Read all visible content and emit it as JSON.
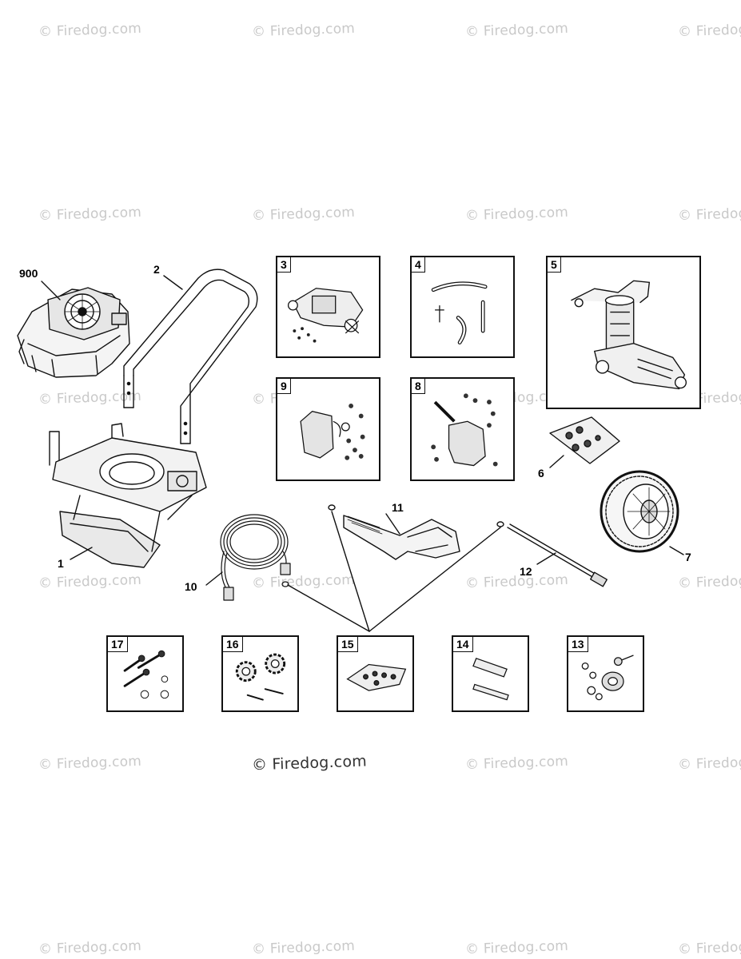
{
  "watermark": "© Firedog.com",
  "diagram": {
    "callouts": {
      "engine": "900",
      "handle": "2",
      "frame": "1",
      "hose": "10",
      "gun": "11",
      "wand": "12",
      "wheel": "7",
      "hardware_bag": "6"
    },
    "boxes": {
      "b3": "3",
      "b4": "4",
      "b5": "5",
      "b9": "9",
      "b8": "8",
      "b17": "17",
      "b16": "16",
      "b15": "15",
      "b14": "14",
      "b13": "13"
    }
  }
}
